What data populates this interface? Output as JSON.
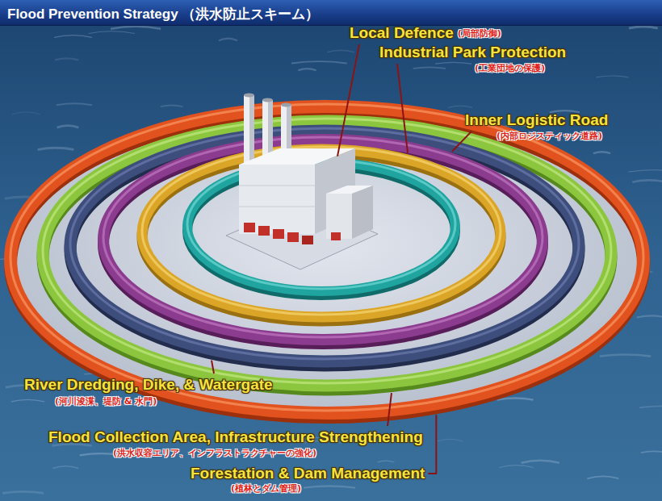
{
  "diagram": {
    "title": "Flood Prevention Strategy （洪水防止スキーム）",
    "labels": [
      "Local Defence",
      "(局部防御)",
      "Industrial Park Protection",
      "(工業団地の保護)",
      "Inner Logistic Road",
      "(内部ロジスティック道路)",
      "River Dredging, Dike, & Watergate",
      "(河川浚渫、堤防 & 水門)",
      "Flood Collection Area, Infrastructure Strengthening",
      "(洪水収容エリア、インフラストラクチャーの強化)",
      "Forestation & Dam Management",
      "(植林とダム管理)"
    ]
  }
}
